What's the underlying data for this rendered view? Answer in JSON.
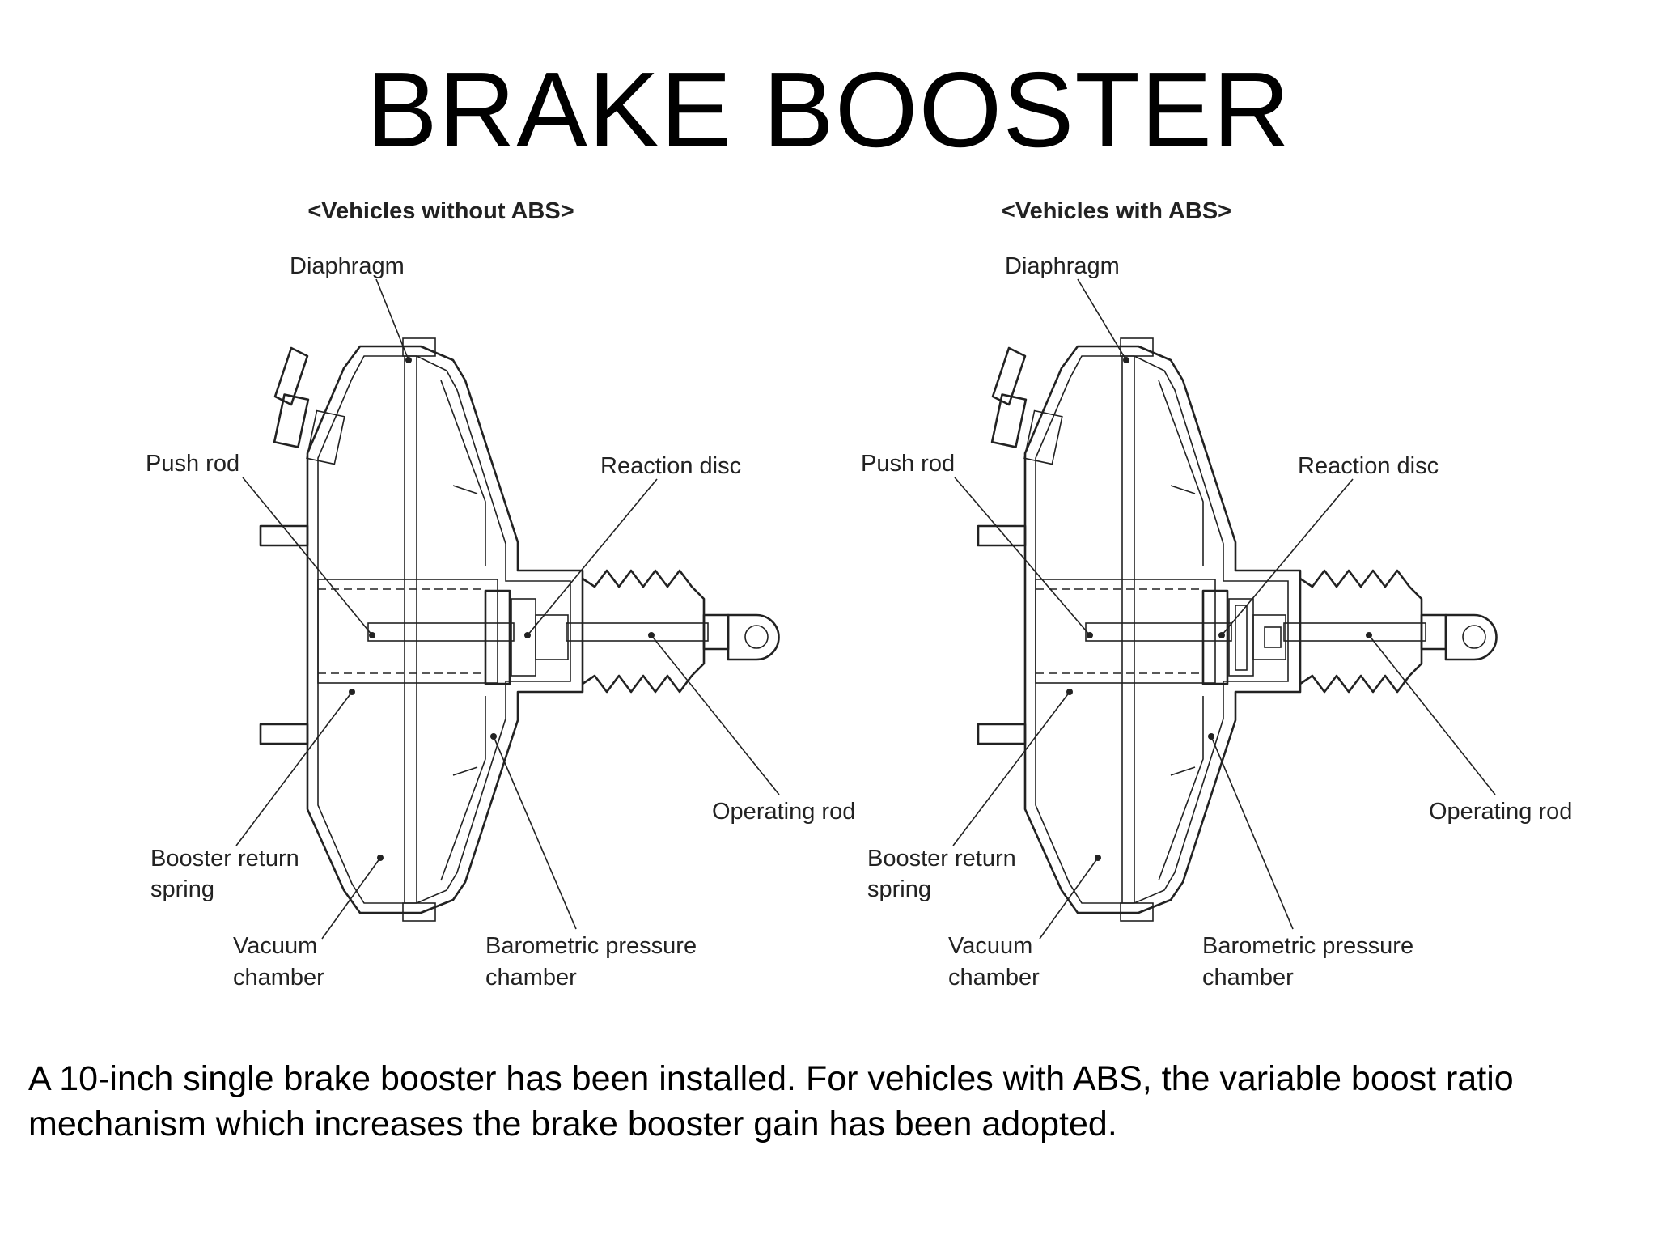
{
  "title": "BRAKE BOOSTER",
  "diagrams": [
    {
      "heading": "<Vehicles without ABS>",
      "labels": {
        "diaphragm": "Diaphragm",
        "push_rod": "Push rod",
        "reaction_disc": "Reaction disc",
        "operating_rod": "Operating rod",
        "booster_return_spring": [
          "Booster return",
          "spring"
        ],
        "vacuum_chamber": [
          "Vacuum",
          "chamber"
        ],
        "barometric_pressure_chamber": [
          "Barometric pressure",
          "chamber"
        ]
      }
    },
    {
      "heading": "<Vehicles with ABS>",
      "labels": {
        "diaphragm": "Diaphragm",
        "push_rod": "Push rod",
        "reaction_disc": "Reaction disc",
        "operating_rod": "Operating rod",
        "booster_return_spring": [
          "Booster return",
          "spring"
        ],
        "vacuum_chamber": [
          "Vacuum",
          "chamber"
        ],
        "barometric_pressure_chamber": [
          "Barometric pressure",
          "chamber"
        ]
      }
    }
  ],
  "caption": "A 10-inch single brake booster has been installed. For vehicles with ABS, the variable boost ratio mechanism which increases the brake booster gain has been adopted."
}
